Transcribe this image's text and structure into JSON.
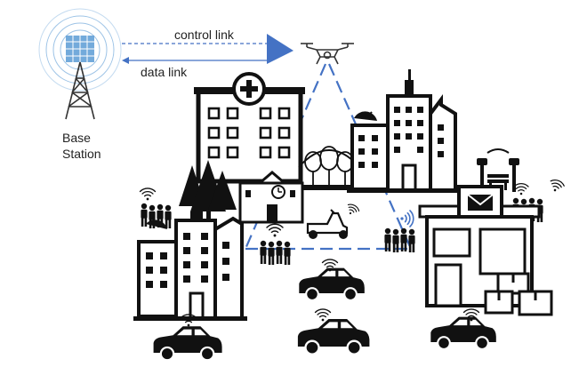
{
  "labels": {
    "control_link": "control link",
    "data_link": "data link",
    "base_station_line1": "Base",
    "base_station_line2": "Station"
  },
  "colors": {
    "link_blue": "#4472c4",
    "ink": "#111111",
    "tower_blue": "#5b9bd5"
  },
  "icons": [
    "base-station-icon",
    "uav-drone-icon",
    "hospital-icon",
    "office-tower-icon",
    "park-icon",
    "tree-icon",
    "school-clock-icon",
    "scooter-icon",
    "post-office-icon",
    "residential-building-icon",
    "car-icon",
    "people-group-icon",
    "wifi-signal-icon",
    "package-boxes-icon"
  ]
}
